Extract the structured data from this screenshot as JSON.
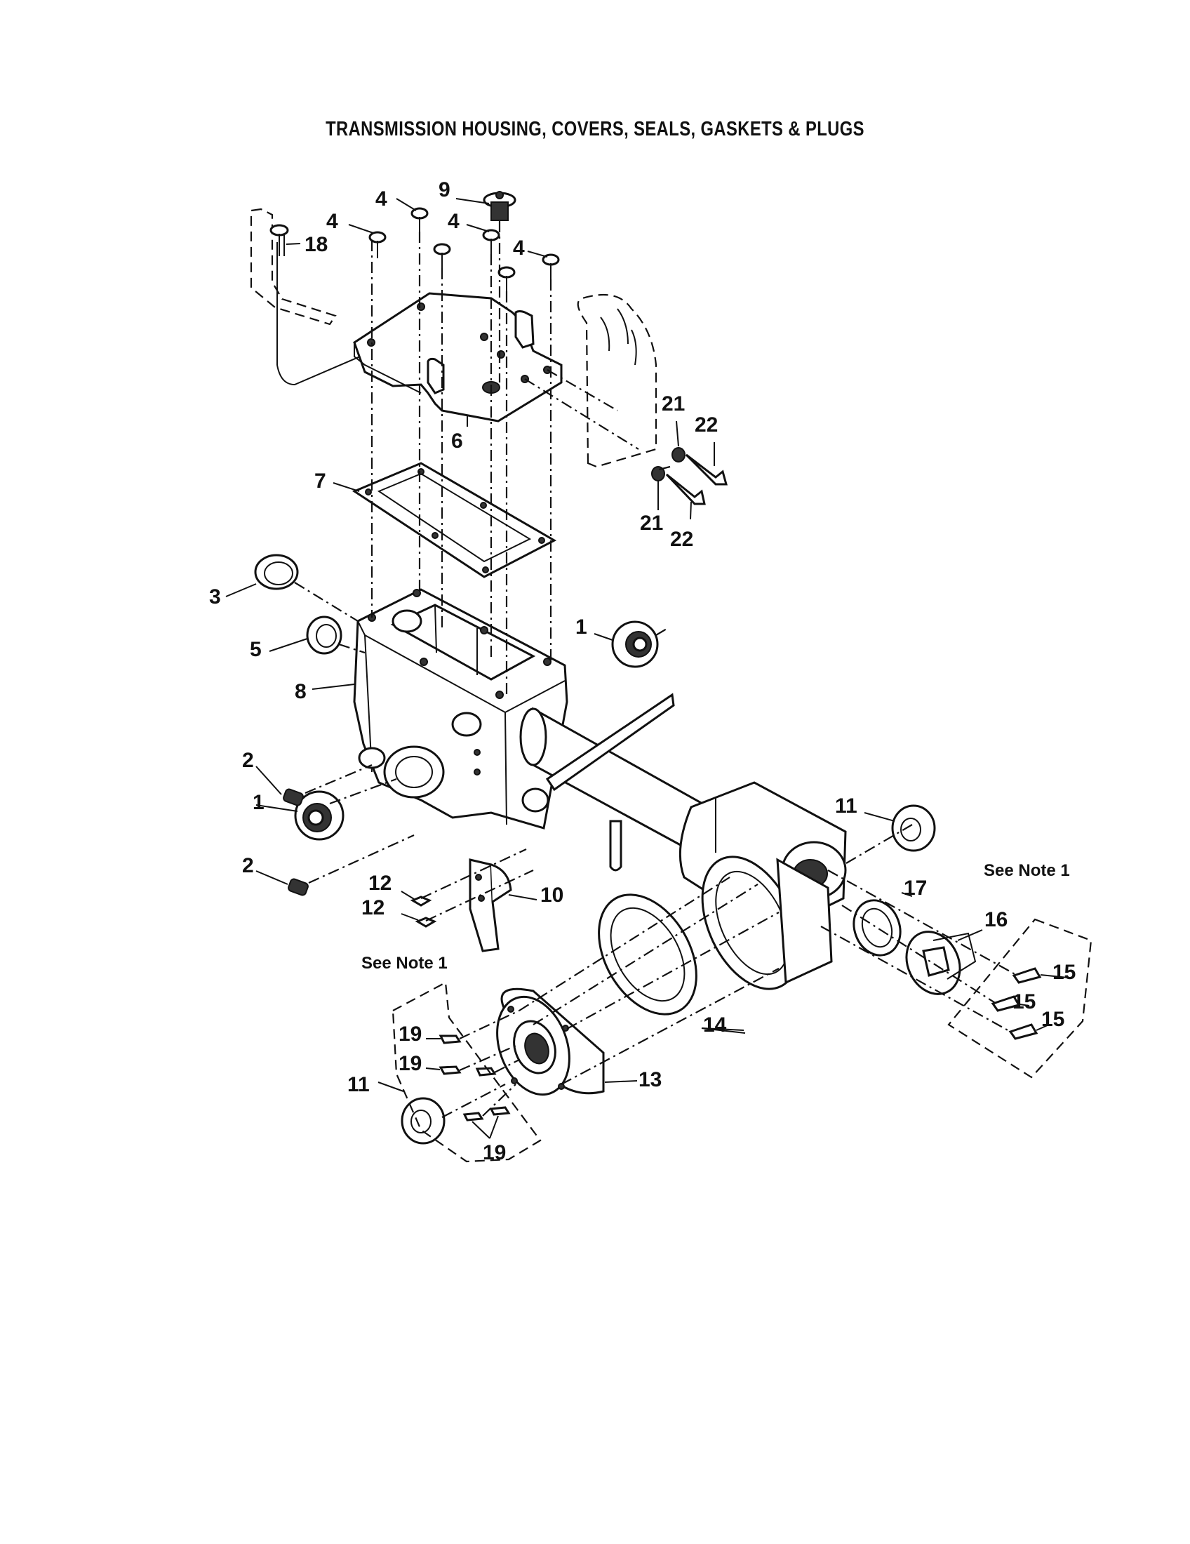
{
  "title": "TRANSMISSION HOUSING, COVERS, SEALS, GASKETS & PLUGS",
  "callouts": {
    "c1a": "1",
    "c1b": "1",
    "c2a": "2",
    "c2b": "2",
    "c3": "3",
    "c4a": "4",
    "c4b": "4",
    "c4c": "4",
    "c4d": "4",
    "c5": "5",
    "c6": "6",
    "c7": "7",
    "c8": "8",
    "c9": "9",
    "c10": "10",
    "c11a": "11",
    "c11b": "11",
    "c12a": "12",
    "c12b": "12",
    "c13": "13",
    "c14": "14",
    "c15a": "15",
    "c15b": "15",
    "c15c": "15",
    "c16": "16",
    "c17": "17",
    "c18": "18",
    "c19a": "19",
    "c19b": "19",
    "c19c": "19",
    "c21a": "21",
    "c21b": "21",
    "c22a": "22",
    "c22b": "22"
  },
  "notes": {
    "right": "See Note 1",
    "left": "See Note 1"
  }
}
